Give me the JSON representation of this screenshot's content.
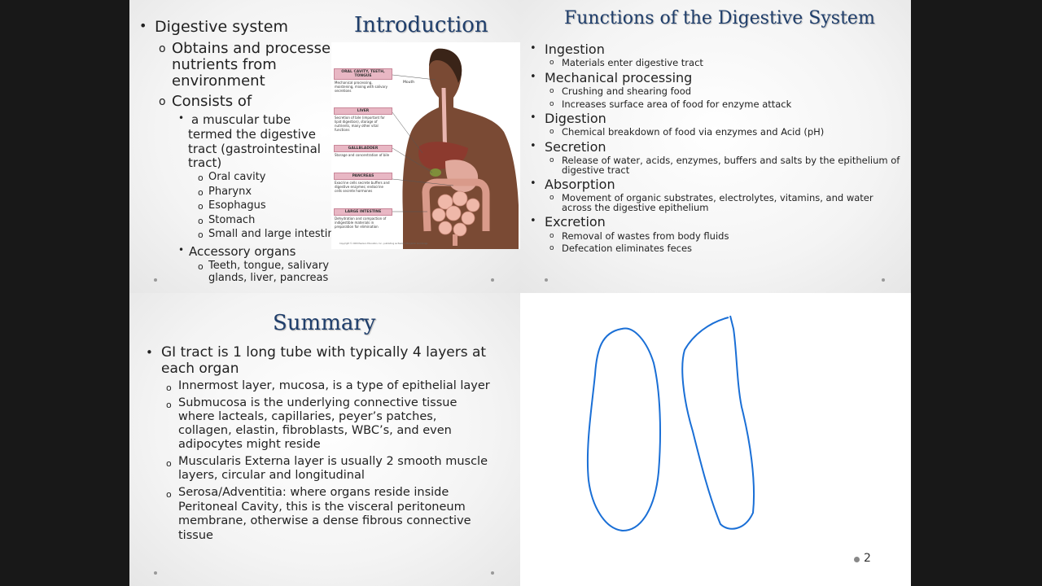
{
  "slide1": {
    "title": "Introduction",
    "bullets": [
      "Digestive system",
      "Obtains and processe",
      "nutrients from",
      "environment",
      "Consists of",
      "a muscular tube",
      "termed the digestive",
      "tract (gastrointestinal",
      "tract)",
      "Oral cavity",
      "Pharynx",
      "Esophagus",
      "Stomach",
      "Small and large intestine",
      "Accessory organs",
      "Teeth, tongue, salivary",
      "glands, liver, pancreas"
    ],
    "diagram": {
      "mouth_label": "Mouth",
      "labels": [
        {
          "head": "ORAL CAVITY, TEETH, TONGUE",
          "body": "Mechanical processing, moistening, mixing with salivary secretions"
        },
        {
          "head": "LIVER",
          "body": "Secretion of bile (important for lipid digestion), storage of nutrients, many other vital functions"
        },
        {
          "head": "GALLBLADDER",
          "body": "Storage and concentration of bile"
        },
        {
          "head": "PANCREAS",
          "body": "Exocrine cells secrete buffers and digestive enzymes; endocrine cells secrete hormones"
        },
        {
          "head": "LARGE INTESTINE",
          "body": "Dehydration and compaction of indigestible materials in preparation for elimination"
        }
      ],
      "copyright": "Copyright © 2009 Pearson Education, Inc., publishing as Pearson Benjamin Cummings"
    }
  },
  "slide2": {
    "title": "Functions of the Digestive System",
    "items": [
      {
        "head": "Ingestion",
        "subs": [
          "Materials enter digestive tract"
        ]
      },
      {
        "head": "Mechanical processing",
        "subs": [
          "Crushing and shearing food",
          "Increases surface area of food for enzyme attack"
        ]
      },
      {
        "head": "Digestion",
        "subs": [
          "Chemical breakdown of food via enzymes and Acid (pH)"
        ]
      },
      {
        "head": "Secretion",
        "subs": [
          "Release of water, acids, enzymes, buffers and salts by the epithelium of",
          "digestive tract"
        ]
      },
      {
        "head": "Absorption",
        "subs": [
          "Movement of organic substrates, electrolytes, vitamins, and water",
          "across the digestive epithelium"
        ]
      },
      {
        "head": "Excretion",
        "subs": [
          "Removal of wastes from body fluids",
          "Defecation eliminates feces"
        ]
      }
    ]
  },
  "slide3": {
    "title": "Summary",
    "lines": [
      "GI tract is 1 long tube with typically 4 layers at",
      "each organ",
      "Innermost layer, mucosa, is a type of epithelial layer",
      "Submucosa is the underlying connective tissue",
      "where lacteals, capillaries, peyer’s patches,",
      "collagen, elastin, fibroblasts, WBC’s, and even",
      "adipocytes might reside",
      "Muscularis Externa layer is usually 2 smooth muscle",
      "layers, circular and longitudinal",
      "Serosa/Adventitia: where organs reside inside",
      "Peritoneal Cavity, this is the visceral peritoneum",
      "membrane, otherwise a dense fibrous connective",
      "tissue"
    ]
  },
  "slide4": {
    "page_number": "2",
    "ink_color": "#1a6fd6"
  }
}
